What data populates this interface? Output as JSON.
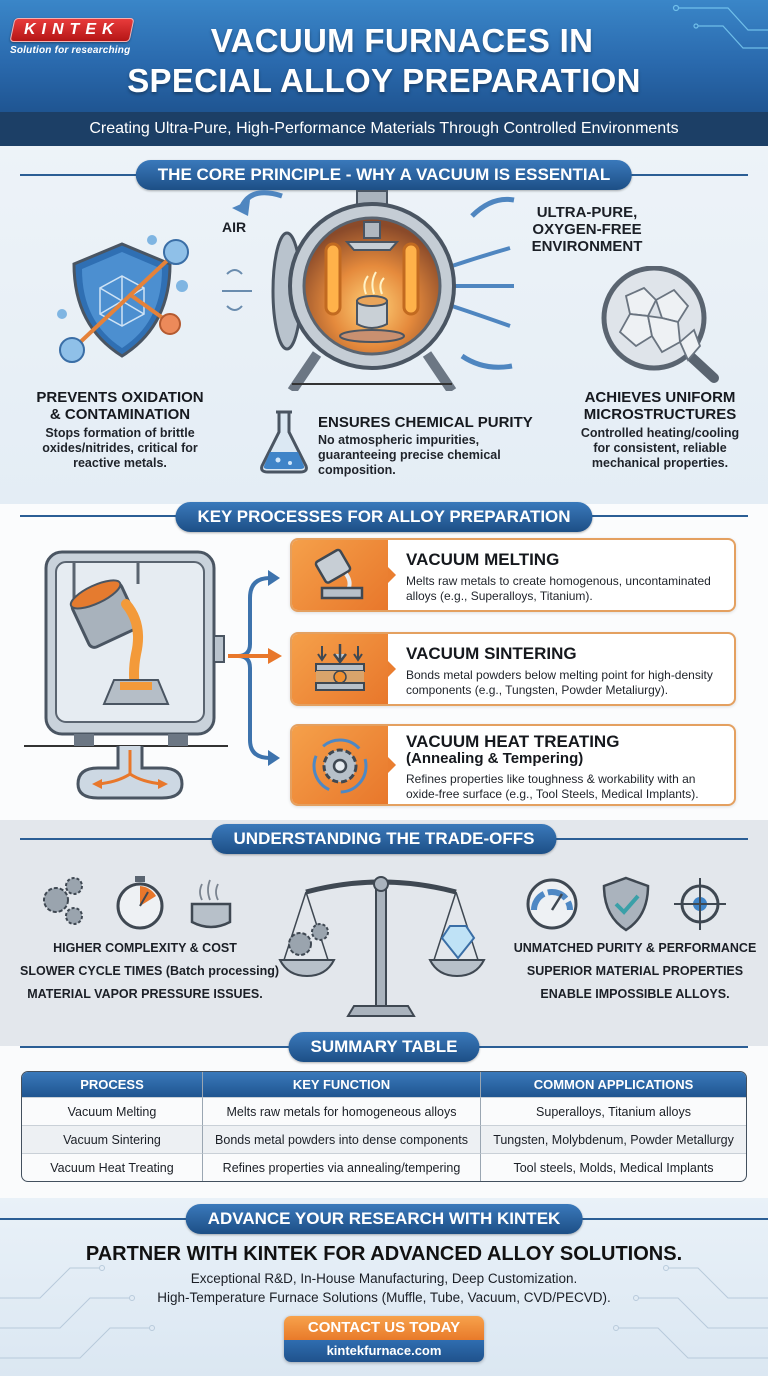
{
  "header": {
    "logo_text": "KINTEK",
    "logo_tagline": "Solution for researching",
    "title_line1": "VACUUM FURNACES IN",
    "title_line2": "SPECIAL ALLOY PREPARATION",
    "subtitle": "Creating Ultra-Pure, High-Performance Materials Through Controlled Environments"
  },
  "core": {
    "heading": "THE CORE PRINCIPLE - WHY A VACUUM IS ESSENTIAL",
    "air_label": "AIR",
    "environment_label": "ULTRA-PURE, OXYGEN-FREE ENVIRONMENT",
    "features": [
      {
        "icon": "shield-molecule-icon",
        "title_line1": "PREVENTS OXIDATION",
        "title_line2": "& CONTAMINATION",
        "desc_line1": "Stops formation of brittle",
        "desc_line2": "oxides/nitrides, critical for",
        "desc_line3": "reactive metals."
      },
      {
        "icon": "flask-icon",
        "title": "ENSURES CHEMICAL PURITY",
        "desc_line1": "No atmospheric impurities,",
        "desc_line2": "guaranteeing precise chemical",
        "desc_line3": "composition."
      },
      {
        "icon": "magnifier-grain-icon",
        "title_line1": "ACHIEVES UNIFORM",
        "title_line2": "MICROSTRUCTURES",
        "desc_line1": "Controlled heating/cooling",
        "desc_line2": "for consistent, reliable",
        "desc_line3": "mechanical properties."
      }
    ]
  },
  "processes": {
    "heading": "KEY PROCESSES FOR ALLOY PREPARATION",
    "items": [
      {
        "icon": "pouring-crucible-icon",
        "title": "VACUUM MELTING",
        "subtitle": "",
        "desc_line1": "Melts raw metals to create homogenous, uncontaminated",
        "desc_line2": "alloys (e.g., Superalloys, Titanium)."
      },
      {
        "icon": "press-powder-icon",
        "title": "VACUUM SINTERING",
        "subtitle": "",
        "desc_line1": "Bonds metal powders below melting point for high-density",
        "desc_line2": "components (e.g., Tungsten, Powder Metaliurgy)."
      },
      {
        "icon": "gear-cycle-icon",
        "title": "VACUUM HEAT TREATING",
        "subtitle": "(Annealing & Tempering)",
        "desc_line1": "Refines properties like toughness & workability with an",
        "desc_line2": "oxide-free surface (e.g., Tool Steels, Medical Implants)."
      }
    ]
  },
  "tradeoffs": {
    "heading": "UNDERSTANDING THE TRADE-OFFS",
    "cons": [
      "HIGHER COMPLEXITY & COST",
      "SLOWER CYCLE TIMES (Batch processing)",
      "MATERIAL VAPOR PRESSURE ISSUES."
    ],
    "pros": [
      "UNMATCHED PURITY & PERFORMANCE",
      "SUPERIOR MATERIAL PROPERTIES",
      "ENABLE IMPOSSIBLE ALLOYS."
    ]
  },
  "summary": {
    "heading": "SUMMARY TABLE",
    "columns": [
      "PROCESS",
      "KEY FUNCTION",
      "COMMON APPLICATIONS"
    ],
    "rows": [
      [
        "Vacuum Melting",
        "Melts raw metals for homogeneous alloys",
        "Superalloys, Titanium alloys"
      ],
      [
        "Vacuum Sintering",
        "Bonds metal powders into dense components",
        "Tungsten, Molybdenum, Powder Metallurgy"
      ],
      [
        "Vacuum Heat Treating",
        "Refines properties via annealing/tempering",
        "Tool steels, Molds, Medical Implants"
      ]
    ]
  },
  "cta": {
    "heading": "ADVANCE YOUR RESEARCH WITH KINTEK",
    "headline": "PARTNER WITH KINTEK FOR ADVANCED ALLOY SOLUTIONS.",
    "line1": "Exceptional R&D, In-House Manufacturing, Deep Customization.",
    "line2": "High-Temperature Furnace Solutions (Muffle, Tube, Vacuum, CVD/PECVD).",
    "button_label": "CONTACT US TODAY",
    "url": "kintekfurnace.com"
  },
  "colors": {
    "brand_blue": "#1f5592",
    "accent_orange": "#e8772b",
    "logo_red": "#c81e1e",
    "subtitle_bar": "#1c3f66"
  }
}
